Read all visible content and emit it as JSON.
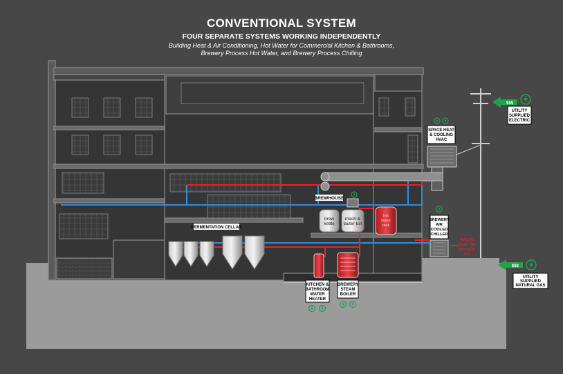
{
  "header": {
    "title": "CONVENTIONAL SYSTEM",
    "subtitle": "FOUR SEPARATE SYSTEMS WORKING INDEPENDENTLY",
    "description_line1": "Building Heat & Air Conditioning, Hot Water for Commercial Kitchen & Bathrooms,",
    "description_line2": "Brewery Process Hot Water, and Brewery Process Chilling"
  },
  "labels": {
    "utility_electric": [
      "UTILITY",
      "SUPPLIED",
      "ELECTRIC"
    ],
    "utility_gas": [
      "UTILITY",
      "SUPPLIED",
      "NATURAL GAS"
    ],
    "cost_electric": "$$$",
    "cost_gas": "$$$",
    "hvac": [
      "SPACE HEAT",
      "& COOLING",
      "HVAC"
    ],
    "chiller": [
      "BREWERY",
      "AIR",
      "COOLED",
      "CHILLER"
    ],
    "kitchen_heater": [
      "KITCHEN &",
      "BATHROOM",
      "WATER",
      "HEATER"
    ],
    "steam_boiler": [
      "BREWERY",
      "STEAM",
      "BOILER"
    ],
    "brewhouse": "BREWHOUSE",
    "fermentation_cellar": "FERMENTATION CELLAR",
    "brew_kettle": [
      "brew",
      "kettle"
    ],
    "mash_tun": [
      "mash &",
      "lauter tun"
    ],
    "hot_liquor_tank": [
      "hot",
      "liquor",
      "tank"
    ],
    "waste_heat": [
      "WASTE",
      "HEAT TO",
      "OUTSIDE",
      "AIR"
    ]
  },
  "colors": {
    "background": "#474747",
    "ground": "#9b9b9b",
    "building_fill": "#353535",
    "building_line": "#8c8c8c",
    "hot_pipe": "#e0252b",
    "cold_pipe": "#2f8ce0",
    "icon_green": "#1fa24a",
    "label_box": "#ffffff"
  },
  "icons": {
    "power": "power-bolt-icon",
    "arrow": "arrow-left-icon"
  }
}
